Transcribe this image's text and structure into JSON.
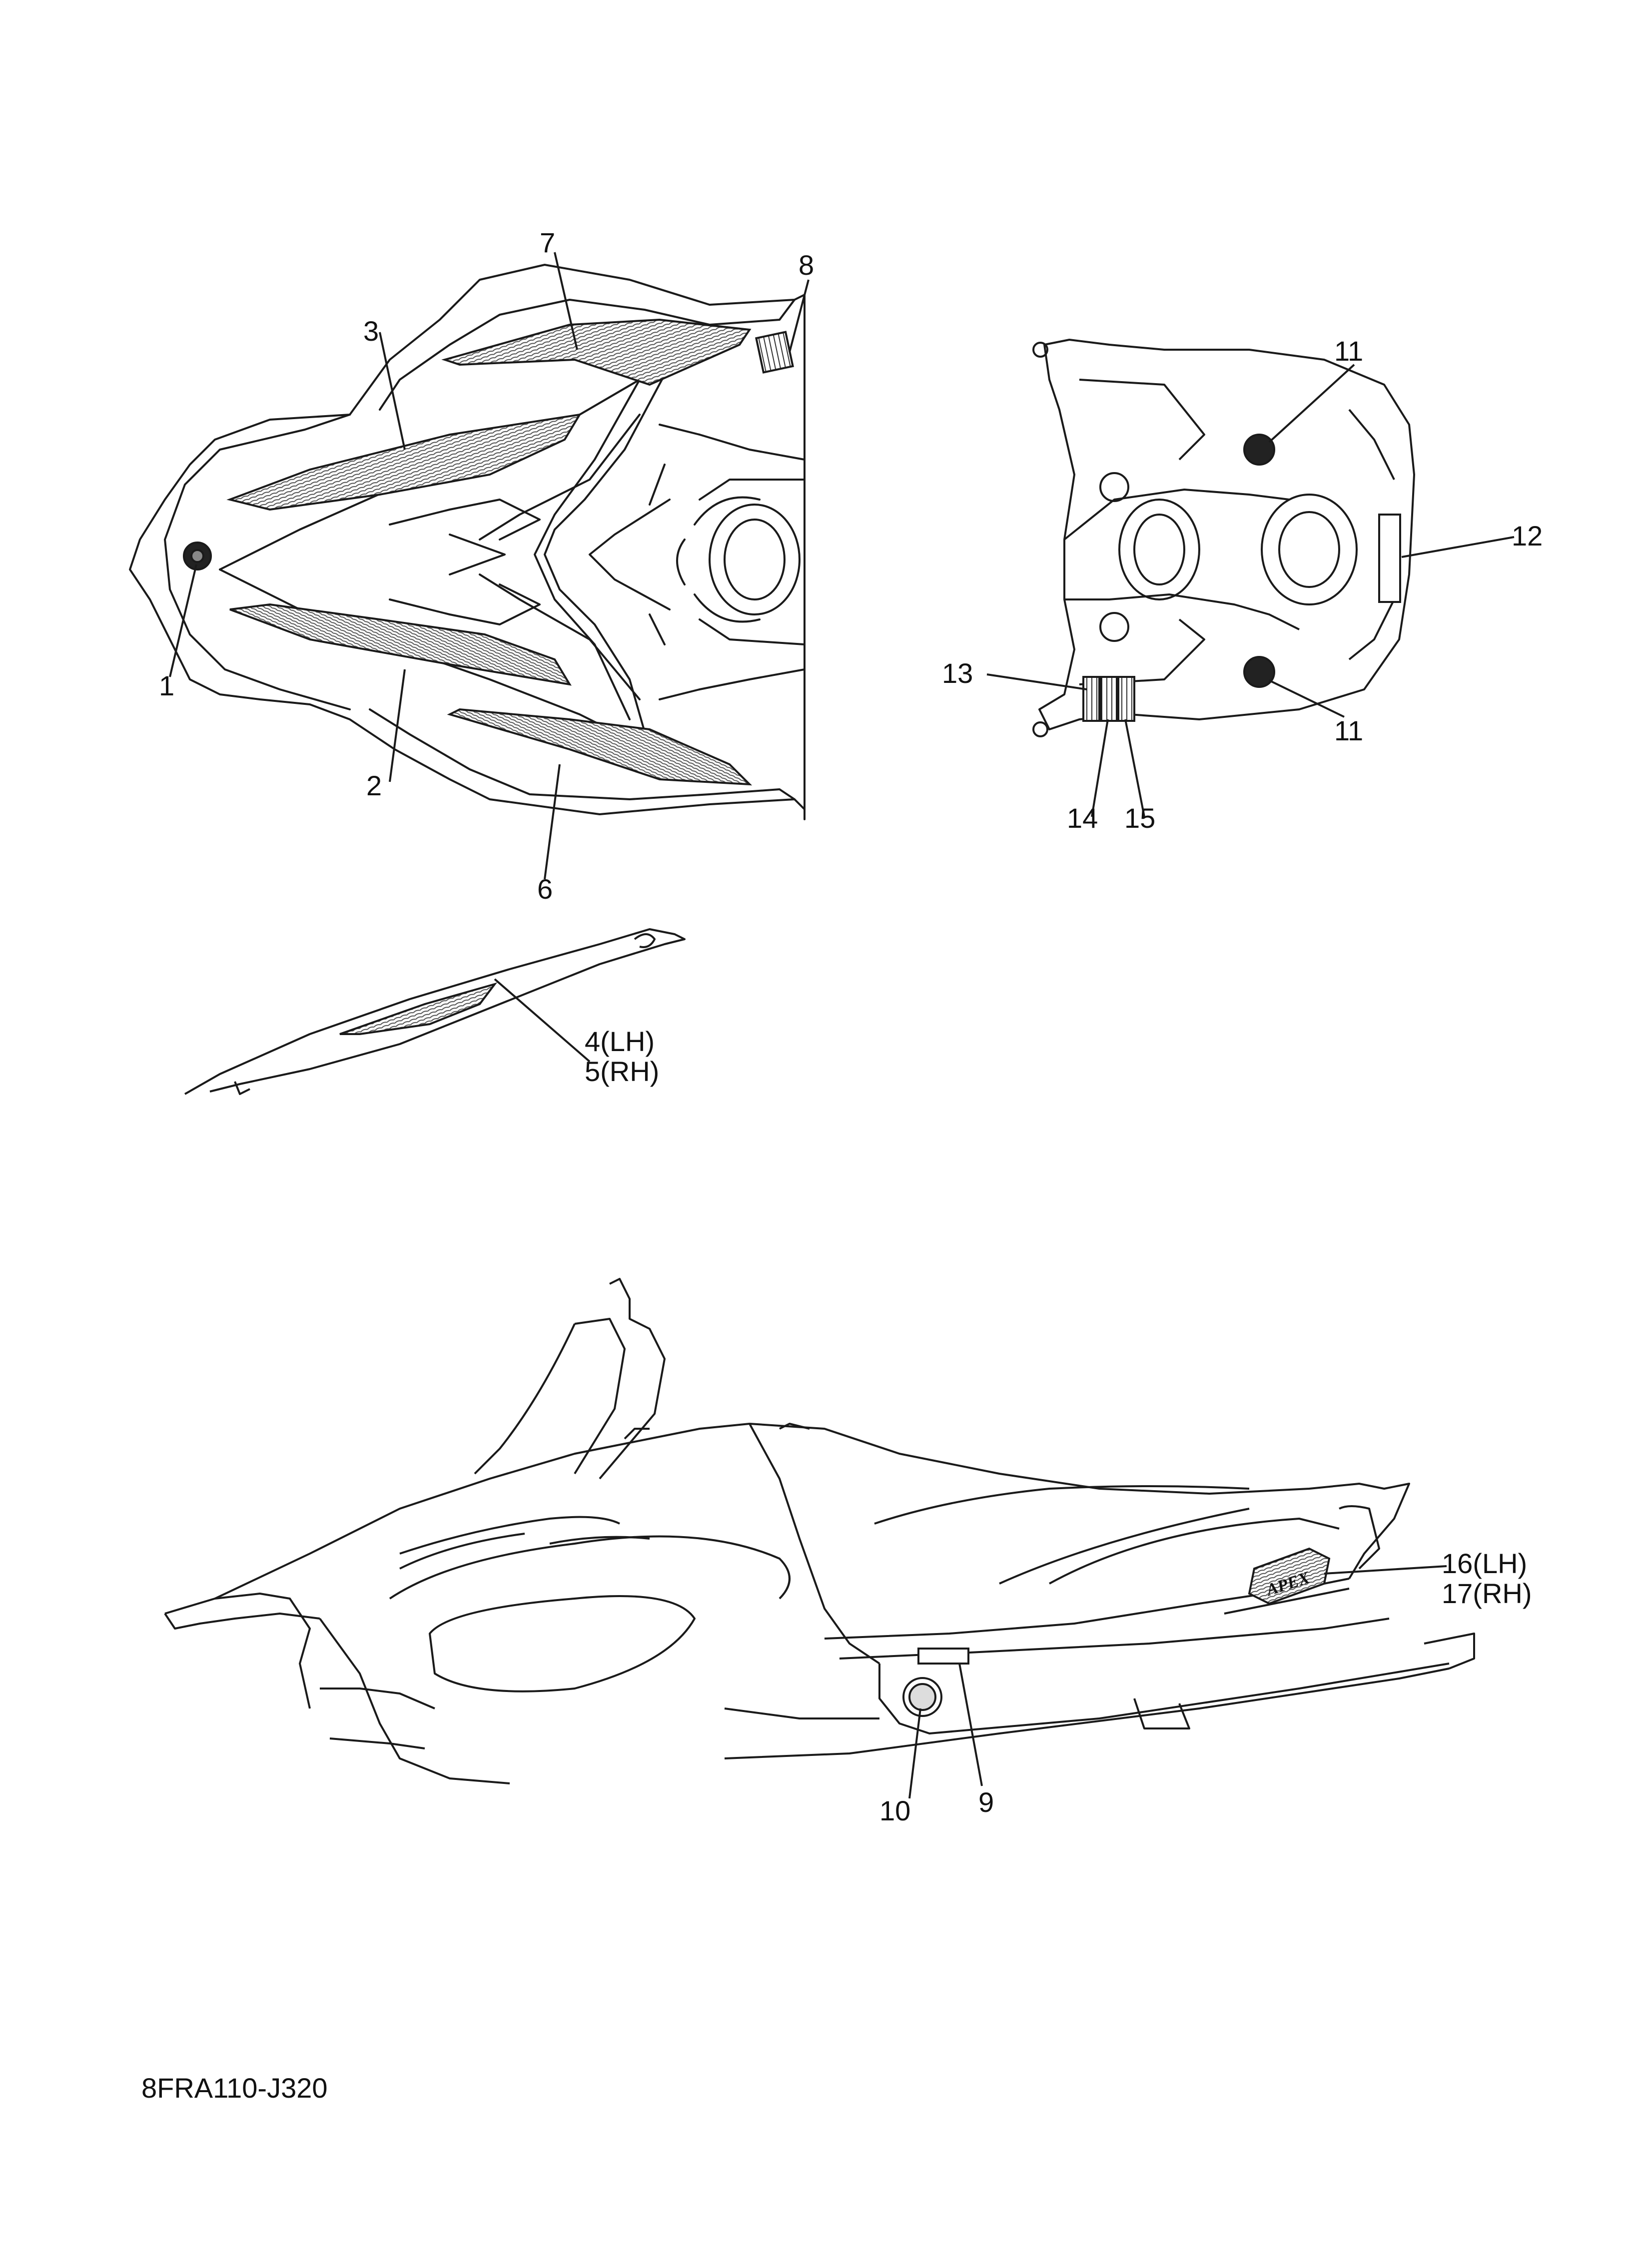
{
  "labels": {
    "c1": "1",
    "c2": "2",
    "c3": "3",
    "c4": "4(LH)",
    "c5": "5(RH)",
    "c6": "6",
    "c7": "7",
    "c8": "8",
    "c9": "9",
    "c10": "10",
    "c11a": "11",
    "c11b": "11",
    "c12": "12",
    "c13": "13",
    "c14": "14",
    "c15": "15",
    "c16": "16(LH)",
    "c17": "17(RH)",
    "logo_text": "APEX"
  },
  "figure_code": "8FRA110-J320",
  "colors": {
    "line": "#1a1a1a",
    "decal": "#555555",
    "decal_light": "#9a9a9a"
  }
}
